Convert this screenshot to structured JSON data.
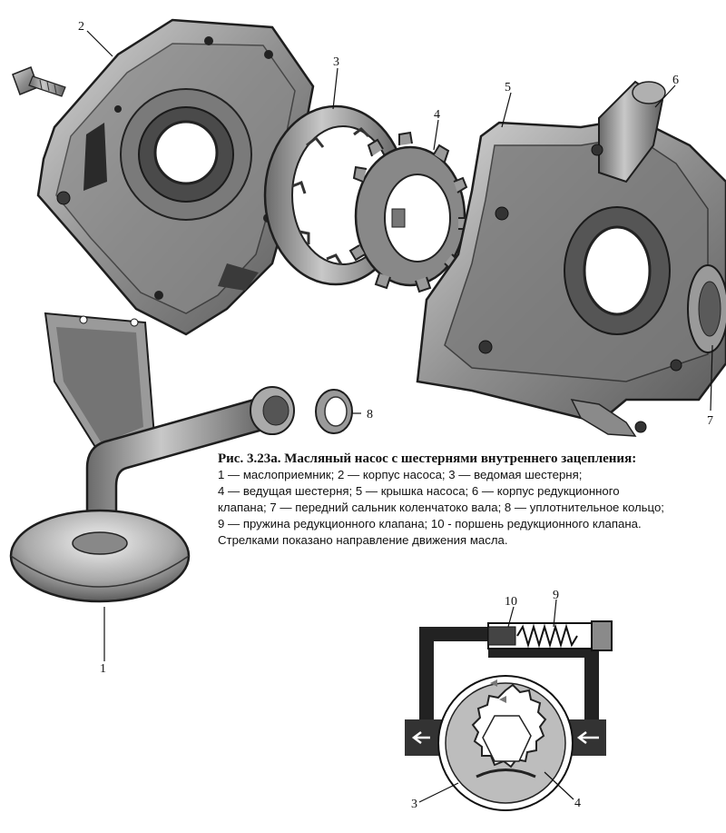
{
  "figure": {
    "caption_title": "Рис. 3.23а. Масляный насос с шестернями внутреннего зацепления:",
    "caption_lines": [
      "1 — маслоприемник; 2 — корпус насоса; 3 — ведомая шестерня;",
      "4 — ведущая шестерня; 5 — крышка насоса; 6 — корпус редукционного",
      "клапана; 7 — передний сальник коленчатоко вала; 8 — уплотнительное кольцо;",
      "9 — пружина редукционного клапана; 10 - поршень редукционного клапана.",
      "Стрелками показано направление движения масла."
    ]
  },
  "callouts": {
    "c1": "1",
    "c2": "2",
    "c3": "3",
    "c4": "4",
    "c5": "5",
    "c6": "6",
    "c7": "7",
    "c8": "8",
    "c9": "9",
    "c10": "10",
    "c3b": "3",
    "c4b": "4"
  }
}
